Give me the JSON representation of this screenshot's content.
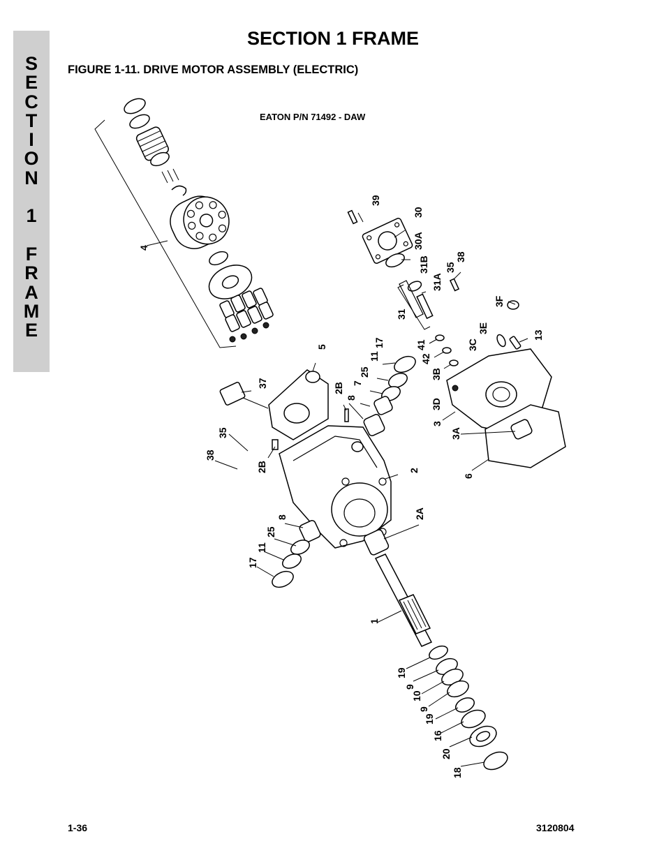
{
  "sidebar": {
    "letters": [
      "S",
      "E",
      "C",
      "T",
      "I",
      "O",
      "N",
      "",
      "1",
      "",
      "F",
      "R",
      "A",
      "M",
      "E"
    ]
  },
  "header": {
    "title": "SECTION 1  FRAME",
    "figure_title": "FIGURE 1-11.  DRIVE MOTOR ASSEMBLY (ELECTRIC)"
  },
  "diagram": {
    "part_number": "EATON P/N 71492 - DAW",
    "callouts": {
      "c4": "4",
      "c39": "39",
      "c30": "30",
      "c30A": "30A",
      "c31B": "31B",
      "c31A": "31A",
      "c35a": "35",
      "c38a": "38",
      "c31": "31",
      "c3F": "3F",
      "c3E": "3E",
      "c13": "13",
      "c41": "41",
      "c42": "42",
      "c3C": "3C",
      "c3B": "3B",
      "c3D": "3D",
      "c3": "3",
      "c3A": "3A",
      "c6": "6",
      "c5": "5",
      "c17a": "17",
      "c11a": "11",
      "c25a": "25",
      "c7": "7",
      "c8a": "8",
      "c2Ba": "2B",
      "c37": "37",
      "c35b": "35",
      "c38b": "38",
      "c2Bb": "2B",
      "c2": "2",
      "c2A": "2A",
      "c8b": "8",
      "c25b": "25",
      "c11b": "11",
      "c17b": "17",
      "c1": "1",
      "c19a": "19",
      "c9a": "9",
      "c10": "10",
      "c9b": "9",
      "c19b": "19",
      "c16": "16",
      "c20": "20",
      "c18": "18"
    }
  },
  "footer": {
    "page": "1-36",
    "doc_number": "3120804"
  }
}
